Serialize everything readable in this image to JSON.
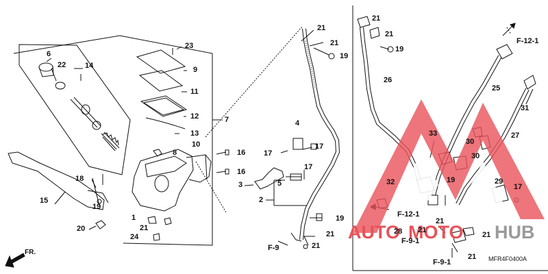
{
  "diagram": {
    "code": "MFR4F0400A",
    "front_label": "FR.",
    "refs": {
      "f9_left": "F-9",
      "f121_top": "F-12-1",
      "f121_mid": "F-12-1",
      "f91_mid": "F-9-1",
      "f91_bottom": "F-9-1"
    },
    "parts": {
      "p1": "1",
      "p2": "2",
      "p3": "3",
      "p4": "4",
      "p5": "5",
      "p6": "6",
      "p7": "7",
      "p8": "8",
      "p9": "9",
      "p10": "10",
      "p11": "11",
      "p12": "12",
      "p13": "13",
      "p14": "14",
      "p15": "15",
      "p16a": "16",
      "p16b": "16",
      "p17a": "17",
      "p17b": "17",
      "p17c": "17",
      "p17d": "17",
      "p18": "18",
      "p19a": "19",
      "p19b": "19",
      "p19c": "19",
      "p19d": "19",
      "p19e": "19",
      "p20": "20",
      "p21a": "21",
      "p21b": "21",
      "p21c": "21",
      "p21d": "21",
      "p21e": "21",
      "p21f": "21",
      "p21g": "21",
      "p21h": "21",
      "p21i": "21",
      "p21j": "21",
      "p21k": "21",
      "p22": "22",
      "p23": "23",
      "p24": "24",
      "p25": "25",
      "p26": "26",
      "p27": "27",
      "p28": "28",
      "p29": "29",
      "p30a": "30",
      "p30b": "30",
      "p31": "31",
      "p32": "32",
      "p33": "33"
    }
  },
  "watermark": {
    "text_left": "AUTO",
    "text_mid": "MOTO",
    "text_right": "HUB",
    "color_red": "#e8525a",
    "color_gray": "#9a9a9a"
  }
}
